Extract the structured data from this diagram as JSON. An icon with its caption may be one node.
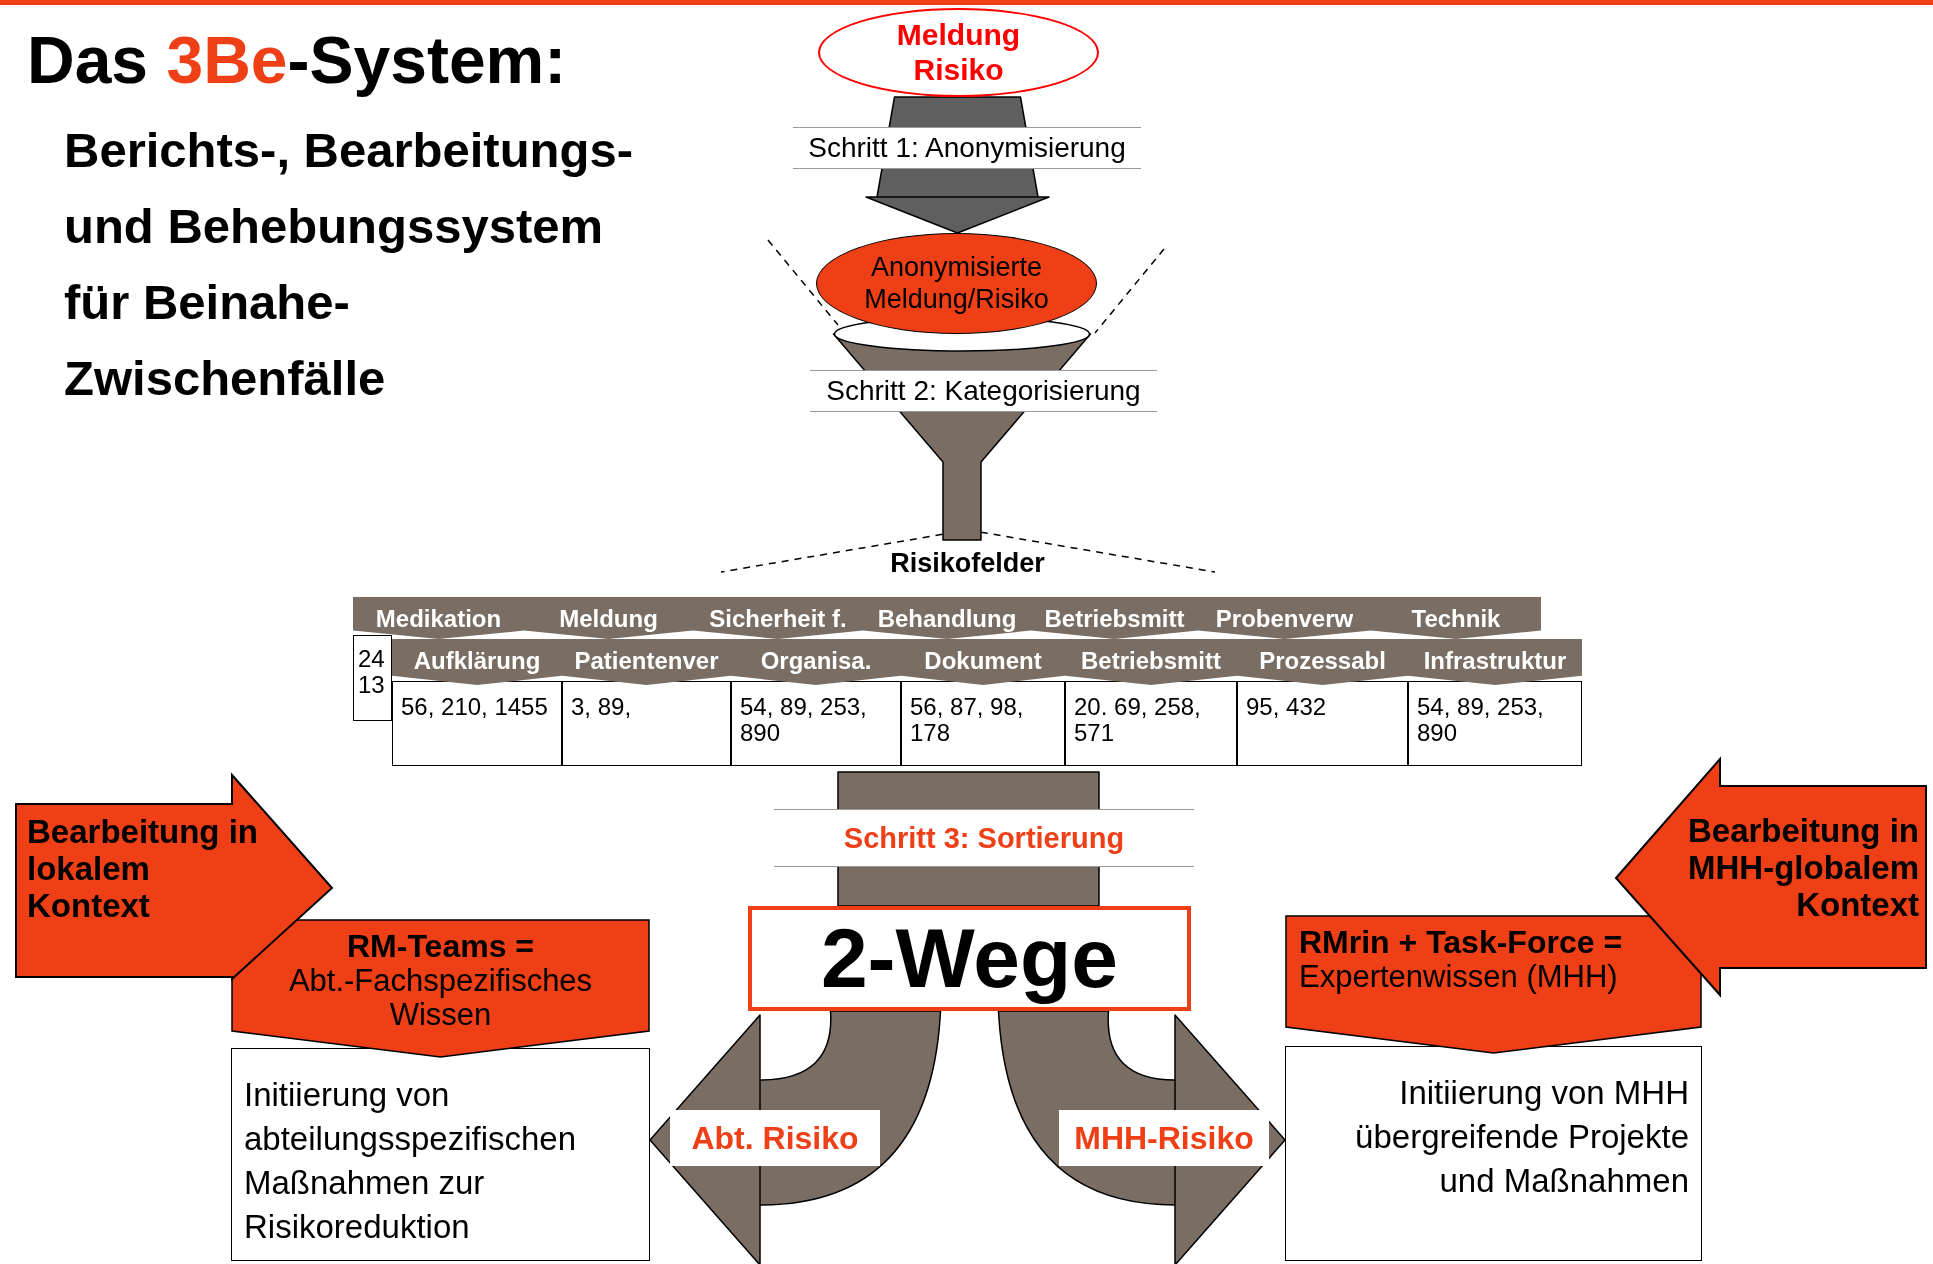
{
  "diagram": {
    "title": "Das 3Be-System:",
    "nodes": [
      {
        "text": [
          "Meldung Risiko"
        ]
      },
      {
        "text": [
          "Anonymisierte Meldung/Risiko"
        ]
      },
      {
        "text": [
          "Risikofelder"
        ]
      },
      {
        "text": [
          "Medikation"
        ],
        "in": 2
      },
      {
        "text": [
          "Meldung"
        ],
        "in": 2
      },
      {
        "text": [
          "Sicherheit f."
        ],
        "in": 2
      },
      {
        "text": [
          "Behandlung"
        ],
        "in": 2
      },
      {
        "text": [
          "Betriebsmitt"
        ],
        "in": 2
      },
      {
        "text": [
          "Probenverw"
        ],
        "in": 2
      },
      {
        "text": [
          "Technik"
        ],
        "in": 2
      },
      {
        "text": [
          "Aufklärung",
          "56, 210, 1455"
        ],
        "in": 2
      },
      {
        "text": [
          "Patientenver",
          "3, 89,"
        ],
        "in": 2
      },
      {
        "text": [
          "Organisa.",
          "54, 89, 253, 890"
        ],
        "in": 2
      },
      {
        "text": [
          "Dokument",
          "56, 87, 98, 178"
        ],
        "in": 2
      },
      {
        "text": [
          "Betriebsmitt",
          "20. 69, 258, 571"
        ],
        "in": 2
      },
      {
        "text": [
          "Prozessabl",
          "95, 432"
        ],
        "in": 2
      },
      {
        "text": [
          "Infrastruktur",
          "54, 89, 253, 890"
        ],
        "in": 2
      },
      {
        "text": [
          "2-Wege"
        ]
      },
      {
        "text": [
          "Bearbeitung in lokalem Kontext"
        ]
      },
      {
        "text": [
          "RM-Teams =",
          "Abt.-Fachspezifisches Wissen"
        ]
      },
      {
        "text": [
          "Initiierung von abteilungsspezifischen Maßnahmen zur Risikoreduktion"
        ]
      },
      {
        "text": [
          "Bearbeitung in MHH-globalem Kontext"
        ]
      },
      {
        "text": [
          "RMrin + Task-Force =",
          "Expertenwissen (MHH)"
        ]
      },
      {
        "text": [
          "Initiierung von MHH übergreifende Projekte und Maßnahmen"
        ]
      }
    ],
    "edges": [
      {
        "from": 0,
        "to": 1,
        "arrow": "to",
        "label": "Schritt 1: Anonymisierung",
        "style": "thick",
        "color": "#5f5f5f"
      },
      {
        "from": 1,
        "to": 2,
        "arrow": "none",
        "label": "Schritt 2: Kategorisierung",
        "style": "thick"
      },
      {
        "from": 2,
        "to": 17,
        "arrow": "none",
        "label": "Schritt 3: Sortierung",
        "style": "thick"
      },
      {
        "from": 17,
        "to": 20,
        "arrow": "to",
        "label": "Abt. Risiko",
        "style": "thick"
      },
      {
        "from": 17,
        "to": 23,
        "arrow": "to",
        "label": "MHH-Risiko",
        "style": "thick"
      }
    ],
    "labels": [
      "Berichts-, Bearbeitungs- und Behebungssystem für Beinahe-Zwischenfälle",
      "24 13"
    ]
  }
}
